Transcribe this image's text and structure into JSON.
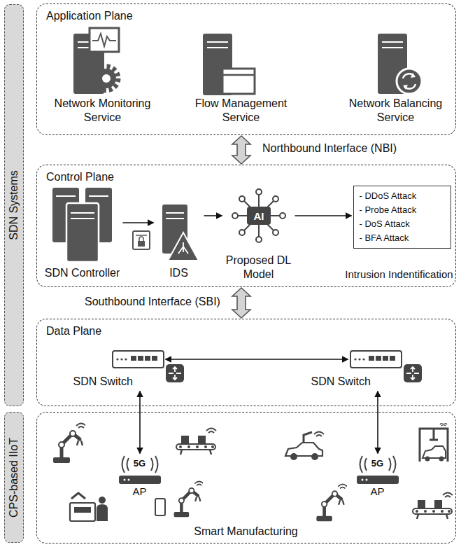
{
  "diagram": {
    "nodes": [
      {
        "text": [
          "SDN Systems"
        ]
      },
      {
        "text": [
          "Application Plane"
        ]
      },
      {
        "text": [
          "Network Monitoring Service"
        ],
        "in": 1
      },
      {
        "text": [
          "Flow Management Service"
        ],
        "in": 1
      },
      {
        "text": [
          "Network Balancing Service"
        ],
        "in": 1
      },
      {
        "text": [
          "Control Plane"
        ]
      },
      {
        "text": [
          "SDN Controller"
        ],
        "in": 5
      },
      {
        "text": [
          "IDS"
        ],
        "in": 5
      },
      {
        "text": [
          "Proposed DL Model"
        ],
        "in": 5
      },
      {
        "text": [
          "- DDoS Attack",
          "- Probe Attack",
          "- DoS Attack",
          "- BFA Attack",
          "Intrusion Indentification"
        ],
        "in": 5
      },
      {
        "text": [
          "Data Plane"
        ]
      },
      {
        "text": [
          "SDN Switch"
        ],
        "in": 10
      },
      {
        "text": [
          "SDN Switch"
        ],
        "in": 10
      },
      {
        "text": [
          "CPS-based IIoT"
        ]
      },
      {
        "text": [
          "Smart Manufacturing"
        ]
      },
      {
        "text": [
          "5G",
          "AP"
        ],
        "in": 14
      },
      {
        "text": [
          "5G",
          "AP"
        ],
        "in": 14
      }
    ],
    "edges": [
      {
        "from": 6,
        "to": 7,
        "arrow": "to"
      },
      {
        "from": 7,
        "to": 8,
        "arrow": "to"
      },
      {
        "from": 8,
        "to": 9,
        "arrow": "to"
      },
      {
        "from": 1,
        "to": 5,
        "label": "Northbound Interface (NBI)",
        "arrow": "both"
      },
      {
        "from": 5,
        "to": 10,
        "label": "Southbound Interface (SBI)",
        "arrow": "both"
      },
      {
        "from": 11,
        "to": 12,
        "arrow": "both"
      },
      {
        "from": 11,
        "to": 15,
        "arrow": "both"
      },
      {
        "from": 12,
        "to": 16,
        "arrow": "both"
      }
    ],
    "labels": [
      "AI"
    ]
  }
}
